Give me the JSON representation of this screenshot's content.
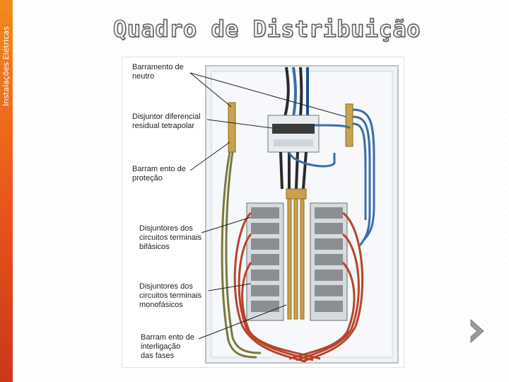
{
  "sidebar": {
    "label": "Instalações Elétricas"
  },
  "slide": {
    "title": "Quadro de Distribuição"
  },
  "diagram": {
    "labels": {
      "neutral_bus": [
        "Barramento de",
        "neutro"
      ],
      "rcd": [
        "Disjuntor diferencial",
        "residual tetrapolar"
      ],
      "protection_bus": [
        "Barram ento de",
        "proteção"
      ],
      "bipolar_breakers": [
        "Disjuntores dos",
        "circuitos terminais",
        "bifásicos"
      ],
      "mono_breakers": [
        "Disjuntores dos",
        "circuitos terminais",
        "monofásicos"
      ],
      "phase_bus": [
        "Barram ento de",
        "interligação",
        "das fases"
      ]
    }
  },
  "colors": {
    "accent_orange": "#f28a1e",
    "accent_red": "#c8381a",
    "chevron": "#9a9a9a"
  },
  "navigation": {
    "next_icon": "chevron-right-icon"
  }
}
